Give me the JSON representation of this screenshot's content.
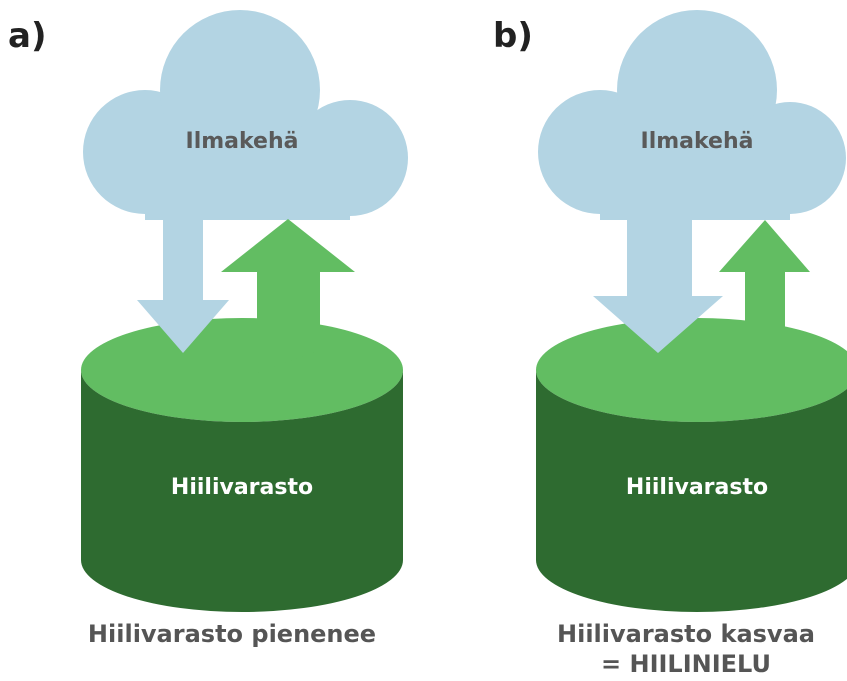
{
  "colors": {
    "cloud": "#b3d4e3",
    "cylinder_body": "#2e6b30",
    "cylinder_top": "#62bd62",
    "up_arrow": "#62bd62",
    "down_arrow": "#b3d4e3",
    "caption": "#555555",
    "letter": "#222222"
  },
  "panels": [
    {
      "letter": "a)",
      "cloud_label": "Ilmakehä",
      "store_label": "Hiilivarasto",
      "caption_line1": "Hiilivarasto pienenee",
      "caption_line2": "",
      "arrow_relation": "outflow exceeds inflow"
    },
    {
      "letter": "b)",
      "cloud_label": "Ilmakehä",
      "store_label": "Hiilivarasto",
      "caption_line1": "Hiilivarasto kasvaa",
      "caption_line2": "= HIILINIELU",
      "arrow_relation": "inflow exceeds outflow"
    }
  ]
}
